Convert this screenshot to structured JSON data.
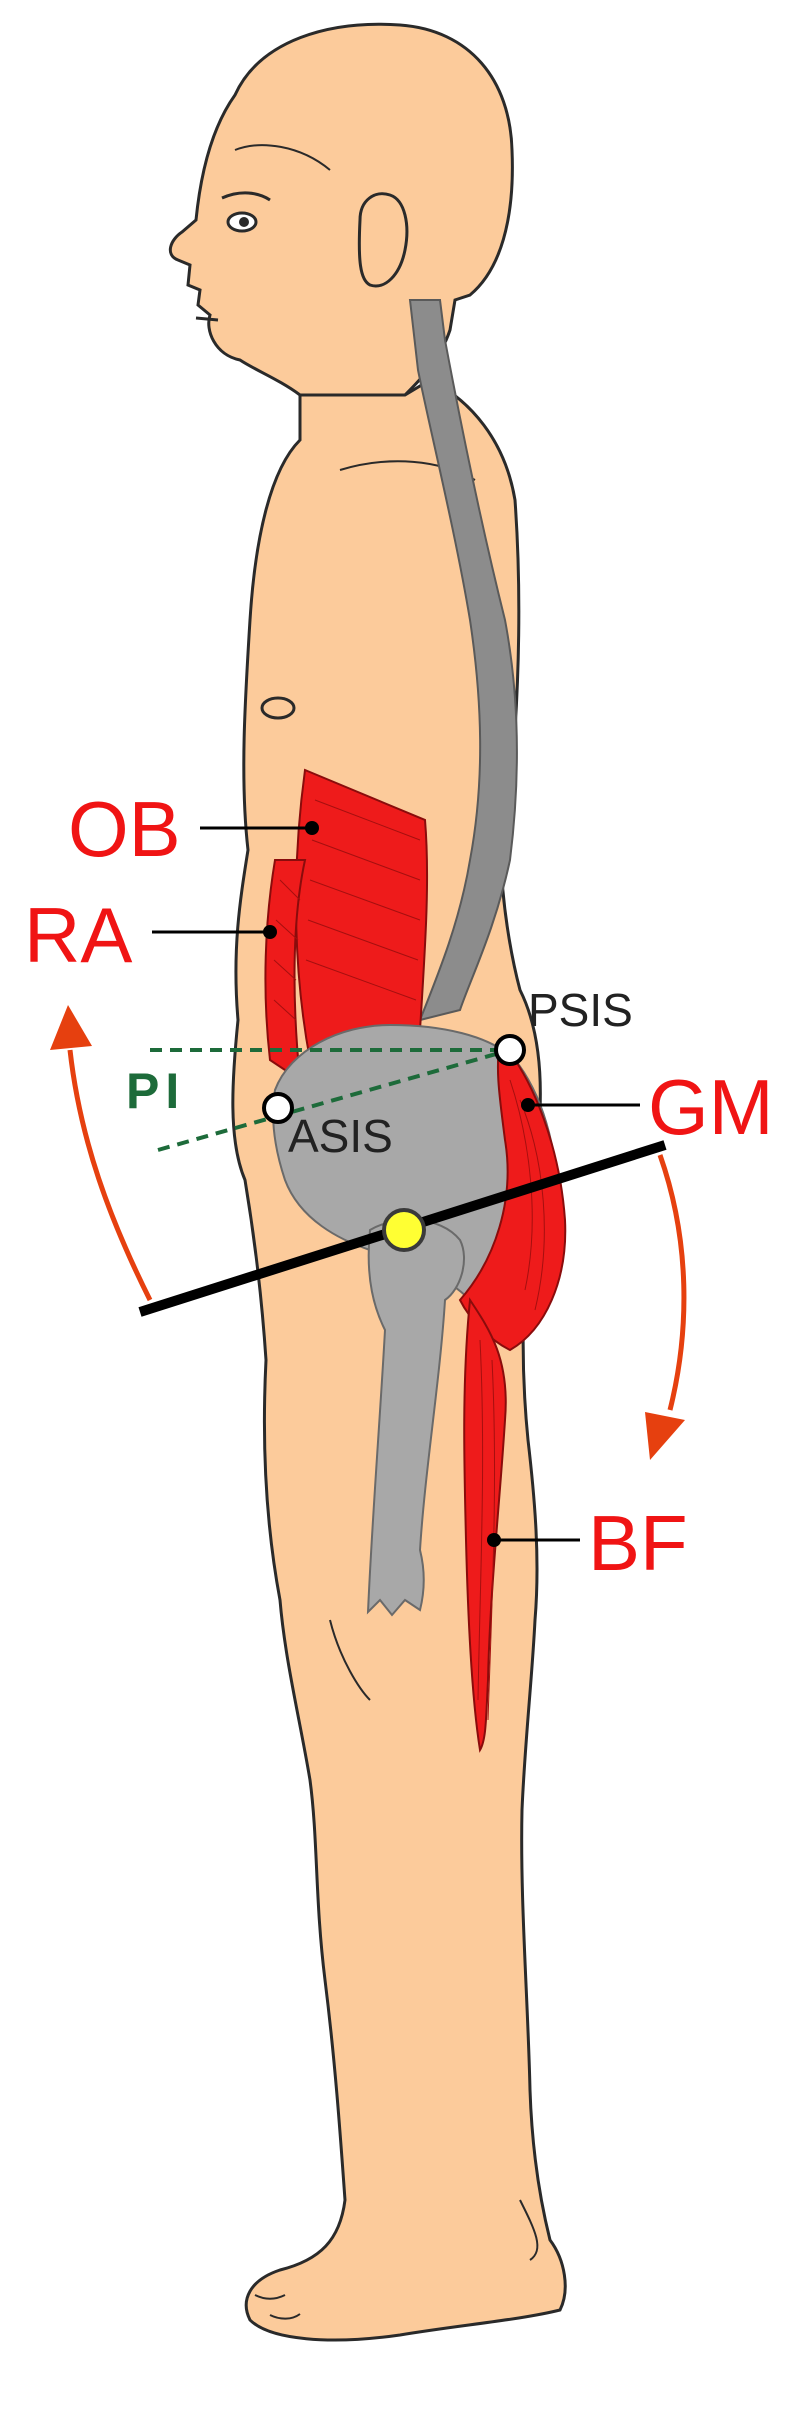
{
  "labels": {
    "ob": "OB",
    "ra": "RA",
    "gm": "GM",
    "bf": "BF",
    "psis": "PSIS",
    "asis": "ASIS",
    "pi": "PI"
  },
  "colors": {
    "skin": "#fccb9b",
    "outline": "#2a2a2a",
    "muscle": "#ee1b1b",
    "bone": "#a8a8a8",
    "spine": "#8c8c8c",
    "arrow": "#e6400f",
    "pi_line": "#1d6b3a",
    "hip_joint": "#ffff33",
    "text_red": "#f01414"
  }
}
